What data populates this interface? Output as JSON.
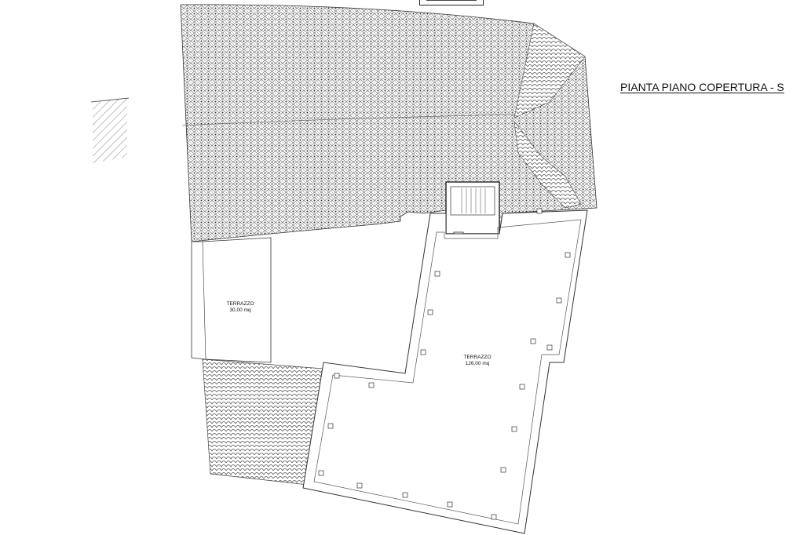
{
  "plan": {
    "title": "PIANTA PIANO COPERTURA  -  S",
    "rooms": [
      {
        "id": "terrazzo-small",
        "name": "TERRAZZO",
        "area": "30,00 mq"
      },
      {
        "id": "terrazzo-large",
        "name": "TERRAZZO",
        "area": "126,00 mq"
      }
    ],
    "colors": {
      "line": "#222222",
      "hatch": "#555555",
      "background": "#ffffff"
    }
  }
}
